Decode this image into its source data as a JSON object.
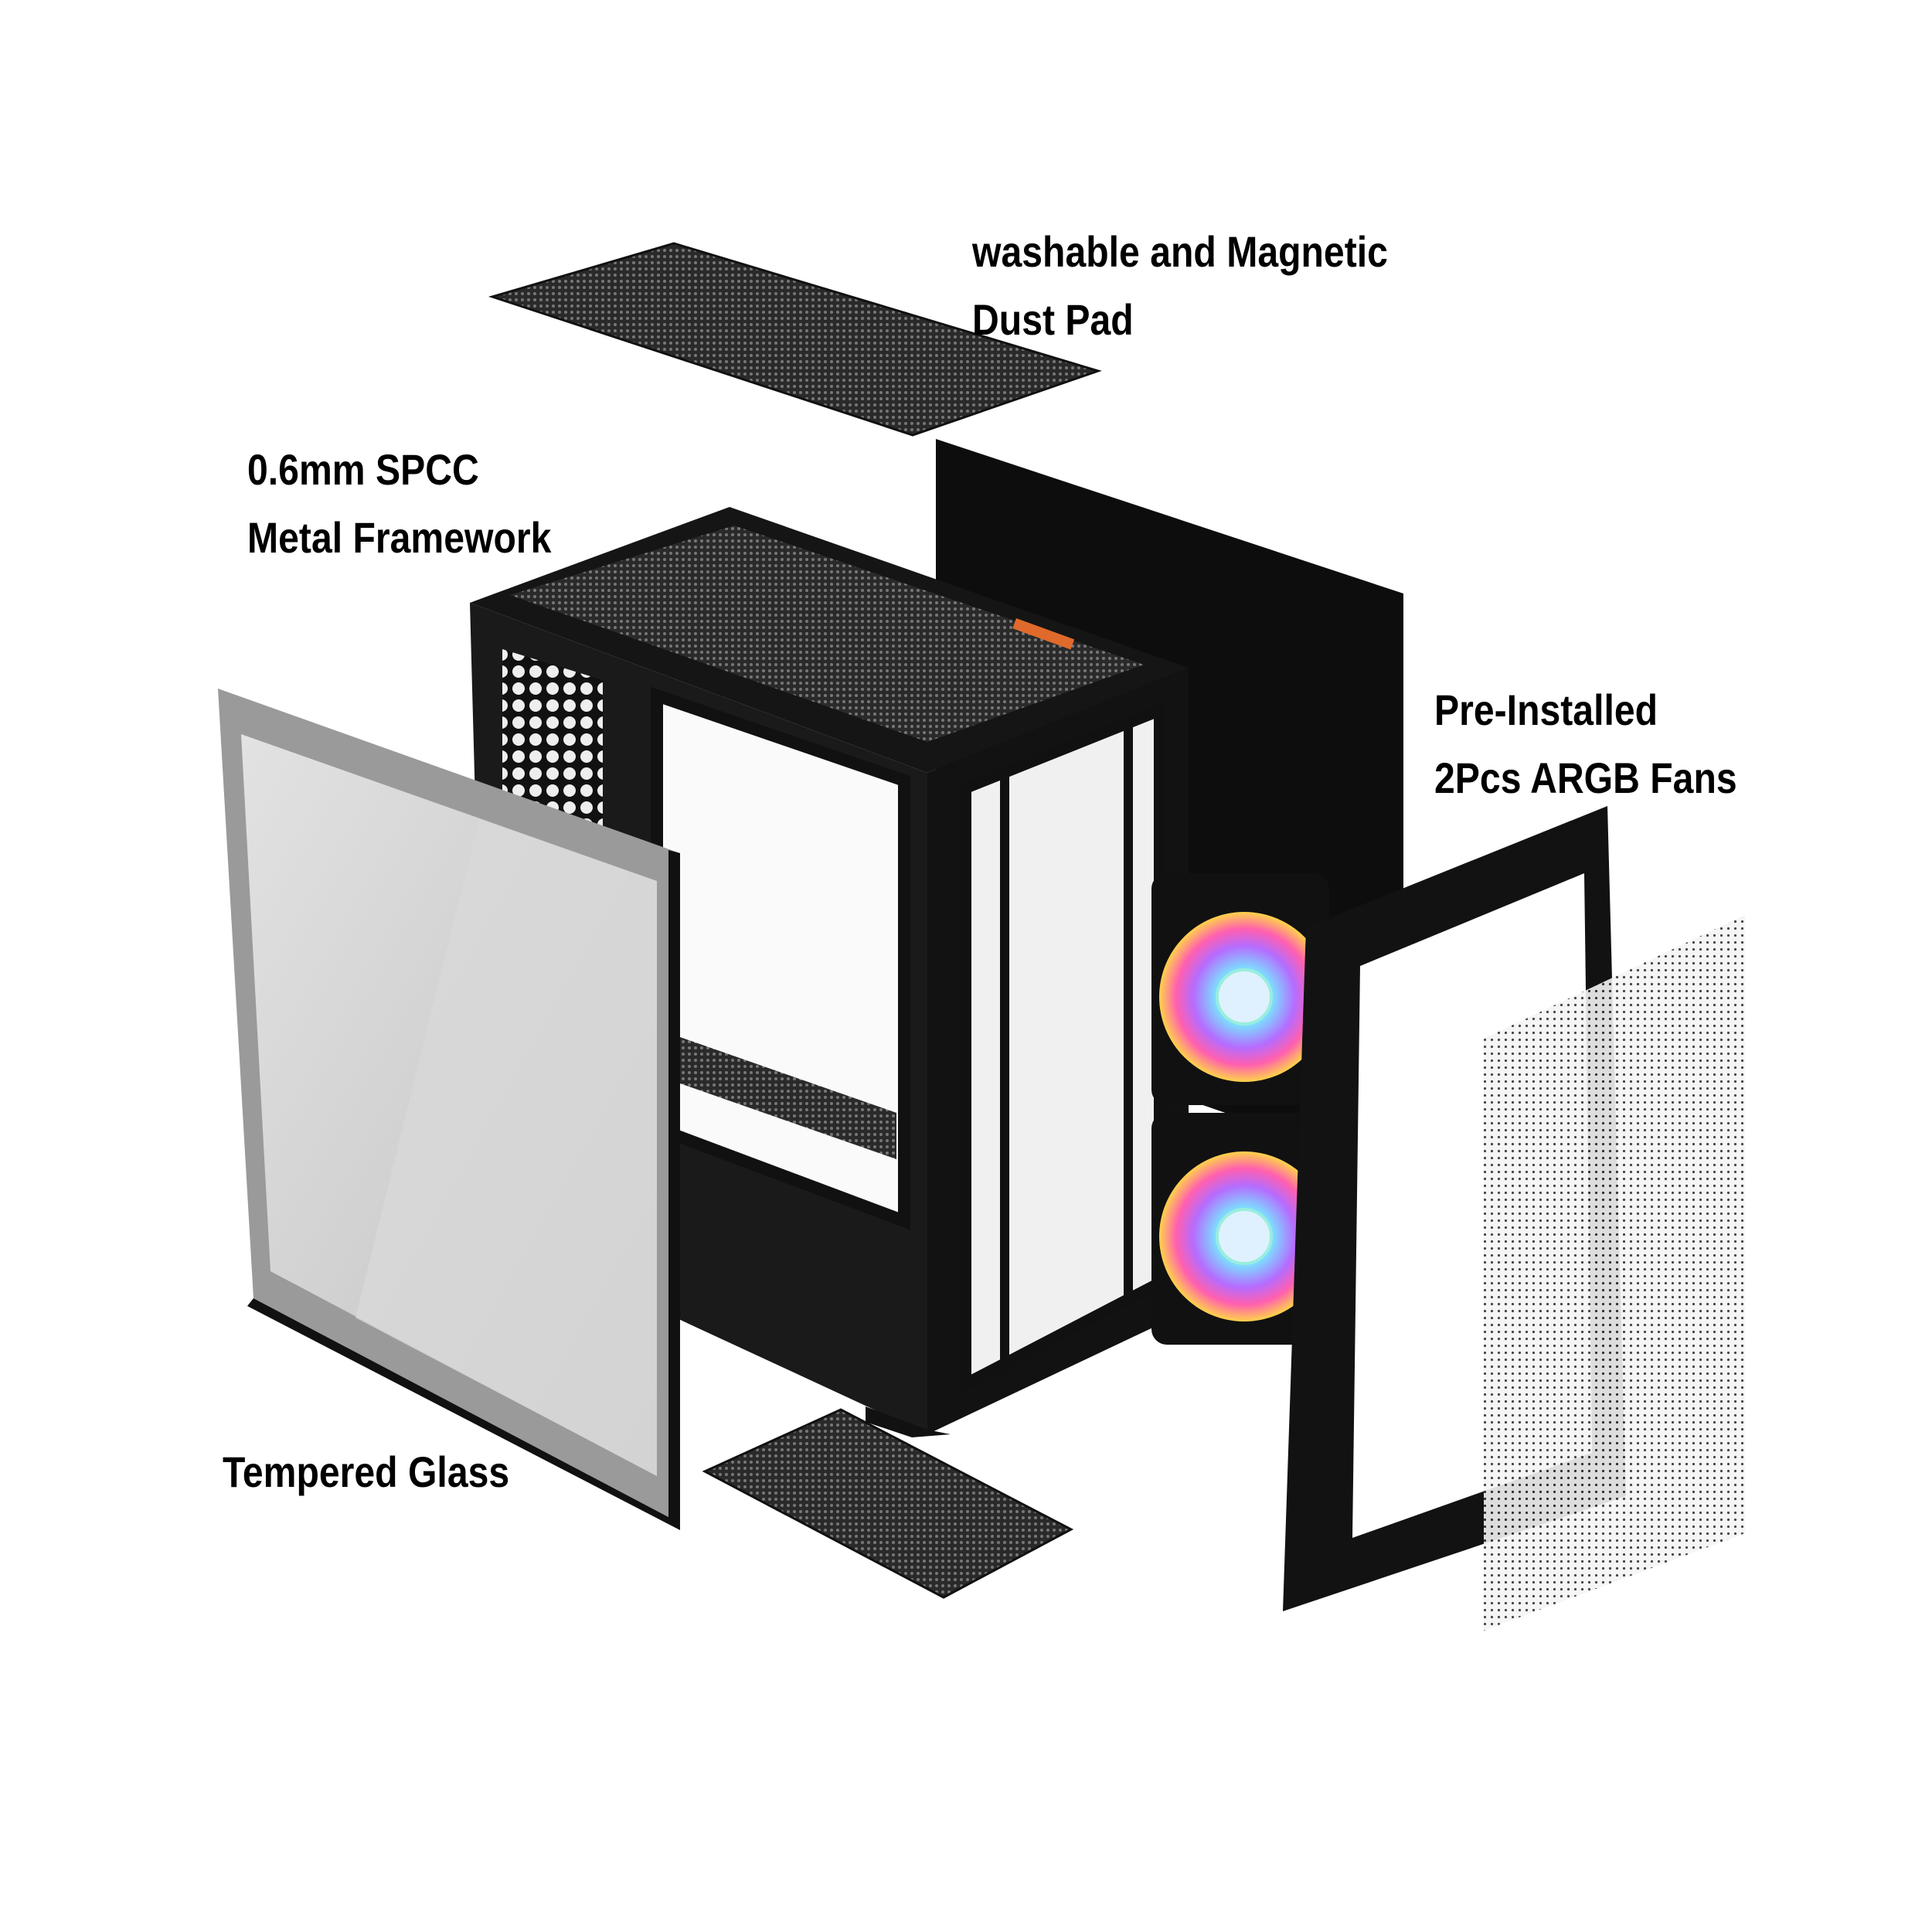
{
  "labels": {
    "dust_pad_line1": "washable and Magnetic",
    "dust_pad_line2": "Dust Pad",
    "framework_line1": "0.6mm SPCC",
    "framework_line2": "Metal Framework",
    "fans_line1": "Pre-Installed",
    "fans_line2": "2Pcs ARGB Fans",
    "glass": "Tempered Glass"
  },
  "colors": {
    "background": "#ffffff",
    "case": "#111111",
    "text": "#000000"
  }
}
